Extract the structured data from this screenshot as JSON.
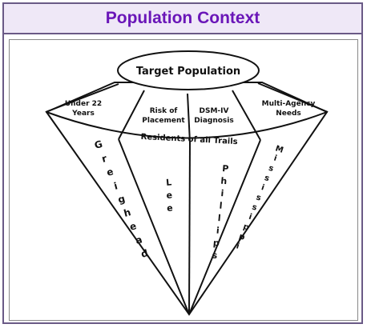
{
  "title": "Population Context",
  "diagram": {
    "top_label": "Target Population",
    "crown_facets": {
      "under22_line1": "Under 22",
      "under22_line2": "Years",
      "risk_line1": "Risk of",
      "risk_line2": "Placement",
      "dsm_line1": "DSM-IV",
      "dsm_line2": "Diagnosis",
      "multi_line1": "Multi-Agency",
      "multi_line2": "Needs"
    },
    "residence_label": "Residents of all Trails",
    "counties": [
      "Greighead",
      "Lee",
      "Phillips",
      "Mississippi"
    ]
  }
}
